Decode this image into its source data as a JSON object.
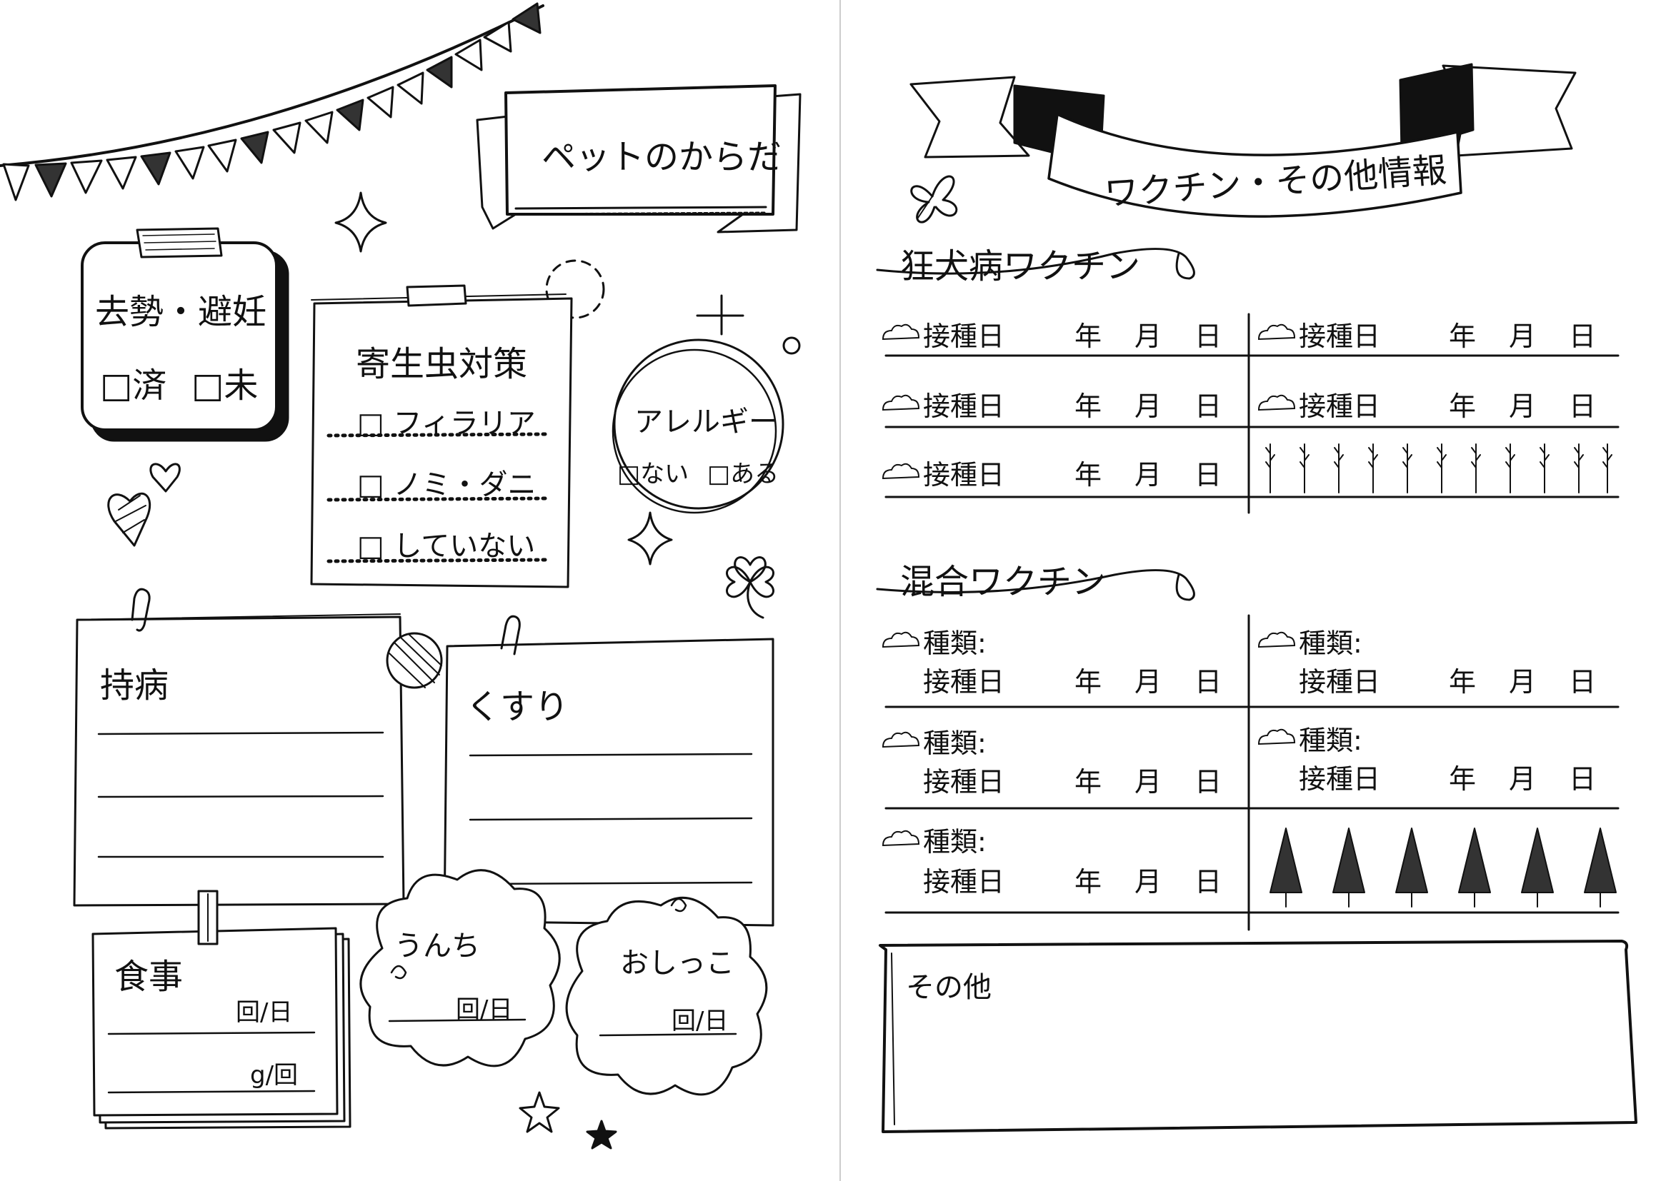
{
  "left": {
    "title_banner": "ペットのからだ",
    "spay": {
      "title": "去勢・避妊",
      "done": "□済",
      "not": "□未"
    },
    "parasite": {
      "title": "寄生虫対策",
      "items": [
        "□ フィラリア",
        "□ ノミ・ダニ",
        "□ していない"
      ]
    },
    "allergy": {
      "title": "アレルギー",
      "none": "□ない",
      "yes": "□ある"
    },
    "illness": {
      "title": "持病"
    },
    "medicine": {
      "title": "くすり"
    },
    "meal": {
      "title": "食事",
      "unit1": "回/日",
      "unit2": "g/回"
    },
    "poop": {
      "title": "うんち",
      "unit": "回/日"
    },
    "pee": {
      "title": "おしっこ",
      "unit": "回/日"
    }
  },
  "right": {
    "title_banner": "ワクチン・その他情報",
    "rabies": {
      "title": "狂犬病ワクチン"
    },
    "mixed": {
      "title": "混合ワクチン"
    },
    "labels": {
      "date": "接種日",
      "year": "年",
      "month": "月",
      "day": "日",
      "kind": "種類:"
    },
    "other": {
      "title": "その他"
    }
  }
}
